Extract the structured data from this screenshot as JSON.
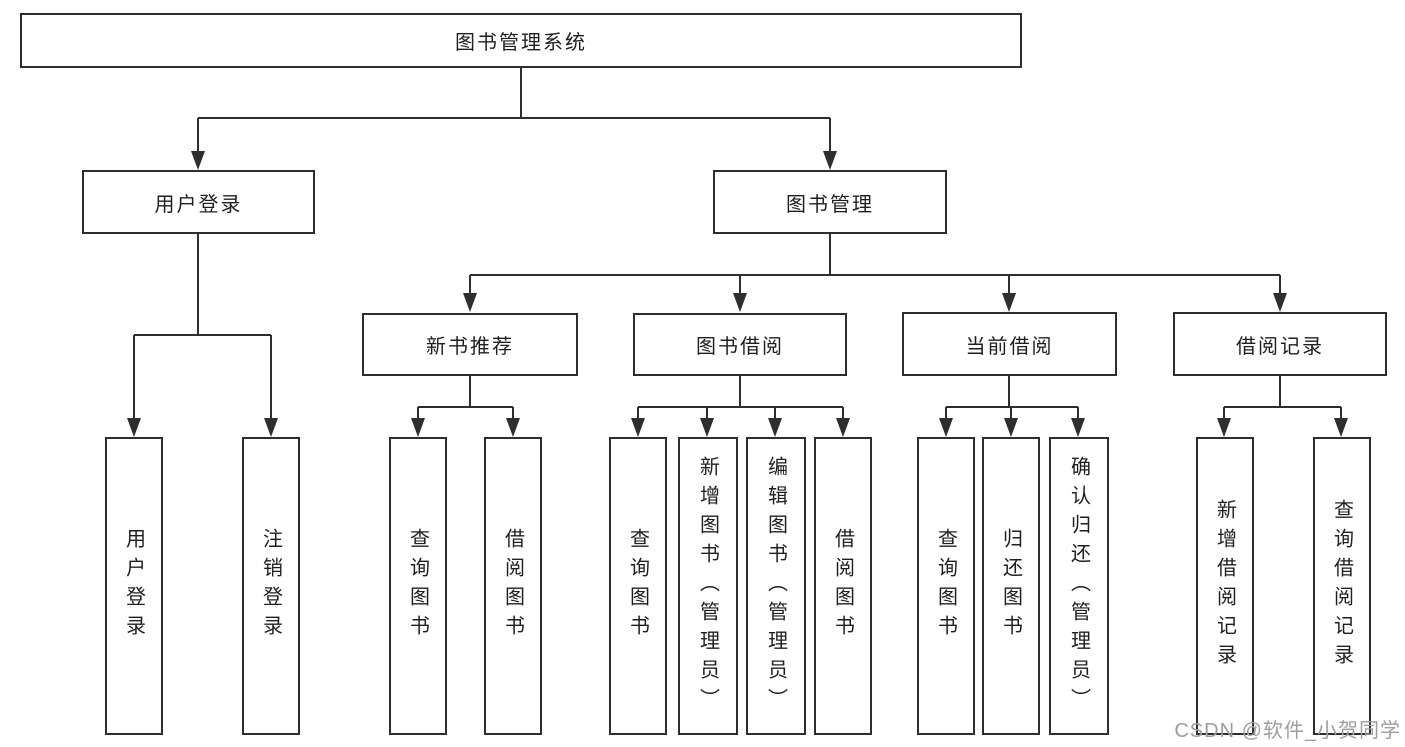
{
  "tree": {
    "root": {
      "label": "图书管理系统",
      "children": [
        {
          "label": "用户登录",
          "children": [
            {
              "label": "用户登录"
            },
            {
              "label": "注销登录"
            }
          ]
        },
        {
          "label": "图书管理",
          "children": [
            {
              "label": "新书推荐",
              "children": [
                {
                  "label": "查询图书"
                },
                {
                  "label": "借阅图书"
                }
              ]
            },
            {
              "label": "图书借阅",
              "children": [
                {
                  "label": "查询图书"
                },
                {
                  "label": "新增图书（管理员）"
                },
                {
                  "label": "编辑图书（管理员）"
                },
                {
                  "label": "借阅图书"
                }
              ]
            },
            {
              "label": "当前借阅",
              "children": [
                {
                  "label": "查询图书"
                },
                {
                  "label": "归还图书"
                },
                {
                  "label": "确认归还（管理员）"
                }
              ]
            },
            {
              "label": "借阅记录",
              "children": [
                {
                  "label": "新增借阅记录"
                },
                {
                  "label": "查询借阅记录"
                }
              ]
            }
          ]
        }
      ]
    }
  },
  "watermark": {
    "text": "CSDN @软件_小贺同学"
  },
  "colors": {
    "line": "#2e2e2e",
    "box_border": "#2e2e2e",
    "text": "#1f1f1f",
    "watermark": "#9e9e9e",
    "background": "#ffffff"
  }
}
